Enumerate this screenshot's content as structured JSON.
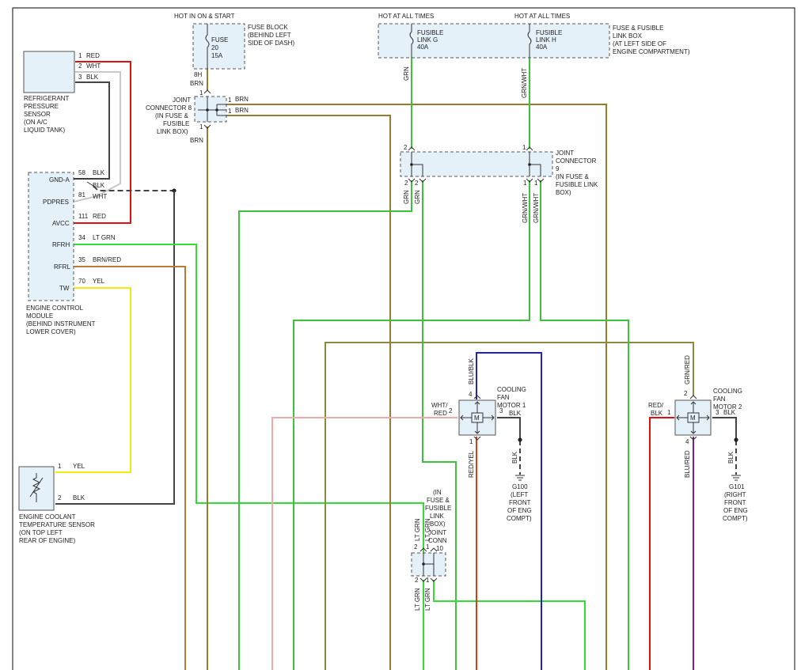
{
  "titles": {
    "hot_on_start": "HOT IN ON & START",
    "hot_all_1": "HOT AT ALL TIMES",
    "hot_all_2": "HOT AT ALL TIMES"
  },
  "fuse_block": {
    "label_lines": [
      "FUSE BLOCK",
      "(BEHIND LEFT",
      "SIDE OF DASH)"
    ],
    "fuse_lines": [
      "FUSE",
      "20",
      "15A"
    ],
    "pin": "8H",
    "wire": "BRN"
  },
  "fusible_link_box": {
    "label_lines": [
      "FUSE & FUSIBLE",
      "LINK BOX",
      "(AT LEFT SIDE OF",
      "ENGINE COMPARTMENT)"
    ],
    "link_g": [
      "FUSIBLE",
      "LINK G",
      "40A"
    ],
    "link_h": [
      "FUSIBLE",
      "LINK H",
      "40A"
    ],
    "wire_g": "GRN",
    "wire_h": "GRN/WHT"
  },
  "joint_connector_8": {
    "label_lines": [
      "JOINT",
      "CONNECTOR 8",
      "(IN FUSE &",
      "FUSIBLE",
      "LINK BOX)"
    ],
    "pin_top": "1",
    "pin_bottom": "1",
    "pin_r1": "1",
    "pin_r2": "1",
    "wire_r1": "BRN",
    "wire_r2": "BRN",
    "wire_bottom": "BRN"
  },
  "joint_connector_9": {
    "label_lines": [
      "JOINT",
      "CONNECTOR",
      "9",
      "(IN FUSE &",
      "FUSIBLE LINK",
      "BOX)"
    ],
    "pin_tl": "2",
    "pin_tr": "1",
    "pin_bl1": "2",
    "pin_bl2": "2",
    "pin_br1": "1",
    "pin_br2": "1",
    "wire_bl1": "GRN",
    "wire_bl2": "GRN",
    "wire_br1": "GRN/WHT",
    "wire_br2": "GRN/WHT"
  },
  "refrigerant_sensor": {
    "label_lines": [
      "REFRIGERANT",
      "PRESSURE",
      "SENSOR",
      "(ON A/C",
      "LIQUID TANK)"
    ],
    "pins": [
      {
        "pin": "1",
        "wire": "RED"
      },
      {
        "pin": "2",
        "wire": "WHT"
      },
      {
        "pin": "3",
        "wire": "BLK"
      }
    ]
  },
  "ecm": {
    "label_lines": [
      "ENGINE CONTROL",
      "MODULE",
      "(BEHIND INSTRUMENT",
      "LOWER COVER)"
    ],
    "pins": [
      {
        "name": "GND-A",
        "pin": "58",
        "wire": "BLK"
      },
      {
        "name": "PDPRES",
        "pin": "81",
        "wire": "WHT"
      },
      {
        "name": "AVCC",
        "pin": "111",
        "wire": "RED"
      },
      {
        "name": "RFRH",
        "pin": "34",
        "wire": "LT GRN"
      },
      {
        "name": "RFRL",
        "pin": "35",
        "wire": "BRN/RED"
      },
      {
        "name": "TW",
        "pin": "70",
        "wire": "YEL"
      }
    ],
    "gnd_blk": "BLK"
  },
  "coolant_sensor": {
    "label_lines": [
      "ENGINE COOLANT",
      "TEMPERATURE SENSOR",
      "(ON TOP LEFT",
      "REAR OF ENGINE)"
    ],
    "pins": [
      {
        "pin": "1",
        "wire": "YEL"
      },
      {
        "pin": "2",
        "wire": "BLK"
      }
    ]
  },
  "fan_motor_1": {
    "label_lines": [
      "COOLING",
      "FAN",
      "MOTOR 1"
    ],
    "motor": "M",
    "pin_top": "4",
    "wire_top": "BLU/BLK",
    "pin_left": "2",
    "wire_left": [
      "WHT/",
      "RED"
    ],
    "pin_right": "3",
    "wire_right": "BLK",
    "pin_bottom": "1",
    "wire_bottom": "RED/YEL",
    "ground_wire": "BLK",
    "ground_lines": [
      "G100",
      "(LEFT",
      "FRONT",
      "OF ENG",
      "COMPT)"
    ]
  },
  "fan_motor_2": {
    "label_lines": [
      "COOLING",
      "FAN",
      "MOTOR 2"
    ],
    "motor": "M",
    "pin_top": "2",
    "wire_top": "GRN/RED",
    "pin_left": "1",
    "wire_left": [
      "RED/",
      "BLK"
    ],
    "pin_right": "3",
    "wire_right": "BLK",
    "pin_bottom": "4",
    "wire_bottom": "BLU/RED",
    "ground_wire": "BLK",
    "ground_lines": [
      "G101",
      "(RIGHT",
      "FRONT",
      "OF ENG",
      "COMPT)"
    ]
  },
  "joint_connector_10": {
    "label_lines": [
      "(IN",
      "FUSE &",
      "FUSIBLE",
      "LINK",
      "BOX)",
      "JOINT",
      "CONN",
      "10"
    ],
    "pin_tl": "2",
    "pin_tr": "1",
    "pin_bl": "2",
    "pin_br": "1",
    "wire_tl": "LT GRN",
    "wire_tr": "LT GRN",
    "wire_bl": "LT GRN",
    "wire_br": "LT GRN"
  },
  "colors": {
    "red": "#e01010",
    "white": "#c8c8c8",
    "black": "#444444",
    "brown": "#9a7a30",
    "green": "#3ec23e",
    "ltgreen": "#33dd33",
    "yellow": "#f2ea10",
    "brnred": "#c07838",
    "blue": "#2020d0",
    "pink": "#f0a8a8",
    "orange": "#d04010",
    "olive": "#8a8a40",
    "purple": "#7a2090"
  }
}
